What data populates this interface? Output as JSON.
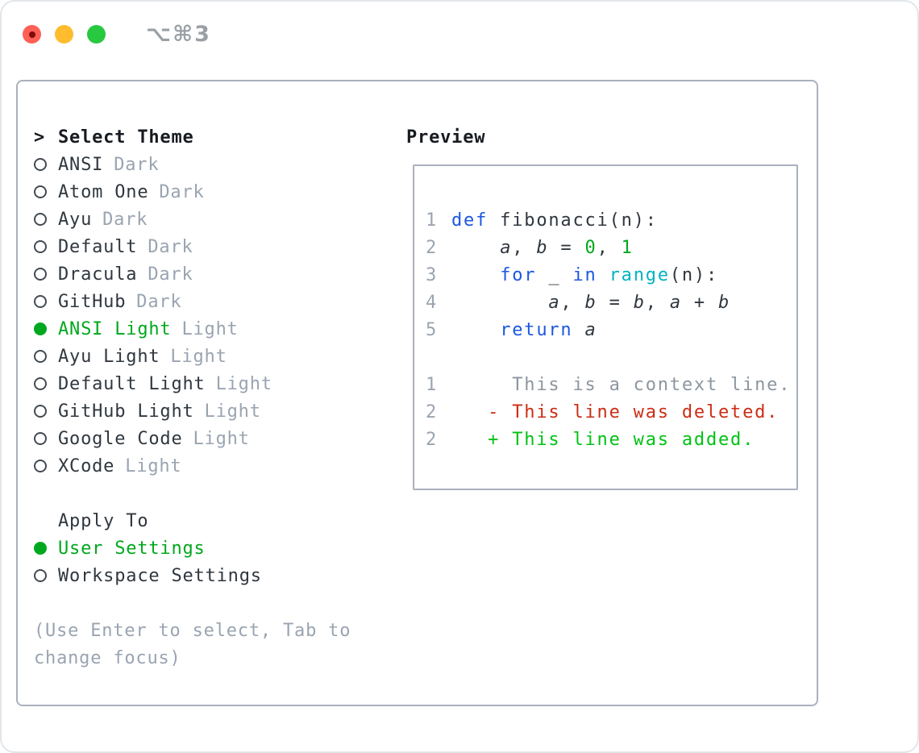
{
  "titlebar": {
    "shortcut_label": "⌥⌘3"
  },
  "palette": {
    "dark": "#30373f",
    "heading": "#171b20",
    "muted": "#9aa4b1",
    "ctx": "#8d969f",
    "green": "#00a81f",
    "brightgreen": "#00c214",
    "red": "#cc2d14",
    "blue": "#1c57e2",
    "cyan": "#00b4bd",
    "border": "#a9b1bc",
    "titlegray": "#9aa0a6"
  },
  "theme_picker": {
    "heading_prefix": ">",
    "heading": "Select Theme",
    "themes": [
      {
        "name": "ANSI",
        "variant": "Dark",
        "selected": false
      },
      {
        "name": "Atom One",
        "variant": "Dark",
        "selected": false
      },
      {
        "name": "Ayu",
        "variant": "Dark",
        "selected": false
      },
      {
        "name": "Default",
        "variant": "Dark",
        "selected": false
      },
      {
        "name": "Dracula",
        "variant": "Dark",
        "selected": false
      },
      {
        "name": "GitHub",
        "variant": "Dark",
        "selected": false
      },
      {
        "name": "ANSI Light",
        "variant": "Light",
        "selected": true
      },
      {
        "name": "Ayu Light",
        "variant": "Light",
        "selected": false
      },
      {
        "name": "Default Light",
        "variant": "Light",
        "selected": false
      },
      {
        "name": "GitHub Light",
        "variant": "Light",
        "selected": false
      },
      {
        "name": "Google Code",
        "variant": "Light",
        "selected": false
      },
      {
        "name": "XCode",
        "variant": "Light",
        "selected": false
      }
    ],
    "apply_to": {
      "heading": "Apply To",
      "options": [
        {
          "label": "User Settings",
          "selected": true
        },
        {
          "label": "Workspace Settings",
          "selected": false
        }
      ]
    },
    "hint_lines": [
      "(Use Enter to select, Tab to",
      "change focus)"
    ]
  },
  "preview": {
    "heading": "Preview",
    "lines": [
      {
        "num": "1",
        "segments": [
          {
            "t": "def",
            "c": "keyword"
          },
          {
            "t": " fibonacci(n):",
            "c": "plain"
          }
        ]
      },
      {
        "num": "2",
        "segments": [
          {
            "t": "    ",
            "c": "plain"
          },
          {
            "t": "a",
            "c": "var"
          },
          {
            "t": ", ",
            "c": "plain"
          },
          {
            "t": "b",
            "c": "var"
          },
          {
            "t": " = ",
            "c": "plain"
          },
          {
            "t": "0",
            "c": "number"
          },
          {
            "t": ", ",
            "c": "plain"
          },
          {
            "t": "1",
            "c": "number"
          }
        ]
      },
      {
        "num": "3",
        "segments": [
          {
            "t": "    ",
            "c": "plain"
          },
          {
            "t": "for",
            "c": "keyword"
          },
          {
            "t": " _ ",
            "c": "plain"
          },
          {
            "t": "in",
            "c": "keyword"
          },
          {
            "t": " ",
            "c": "plain"
          },
          {
            "t": "range",
            "c": "builtin"
          },
          {
            "t": "(n):",
            "c": "plain"
          }
        ]
      },
      {
        "num": "4",
        "segments": [
          {
            "t": "        ",
            "c": "plain"
          },
          {
            "t": "a",
            "c": "var"
          },
          {
            "t": ", ",
            "c": "plain"
          },
          {
            "t": "b",
            "c": "var"
          },
          {
            "t": " = ",
            "c": "plain"
          },
          {
            "t": "b",
            "c": "var"
          },
          {
            "t": ", ",
            "c": "plain"
          },
          {
            "t": "a",
            "c": "var"
          },
          {
            "t": " + ",
            "c": "plain"
          },
          {
            "t": "b",
            "c": "var"
          }
        ]
      },
      {
        "num": "5",
        "segments": [
          {
            "t": "    ",
            "c": "plain"
          },
          {
            "t": "return",
            "c": "keyword"
          },
          {
            "t": " ",
            "c": "plain"
          },
          {
            "t": "a",
            "c": "var"
          }
        ]
      },
      {
        "num": "",
        "segments": []
      },
      {
        "num": "1",
        "segments": [
          {
            "t": "     This is a context line.",
            "c": "context"
          }
        ]
      },
      {
        "num": "2",
        "segments": [
          {
            "t": "   - This line was deleted.",
            "c": "deleted"
          }
        ]
      },
      {
        "num": "2",
        "segments": [
          {
            "t": "   + This line was added.",
            "c": "added"
          }
        ]
      }
    ]
  }
}
